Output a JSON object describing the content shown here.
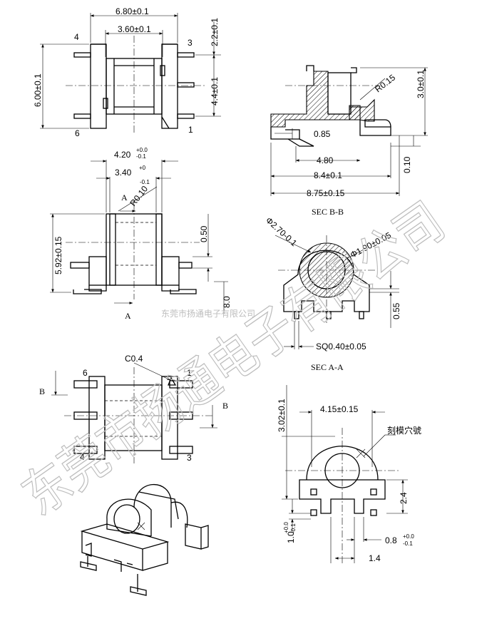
{
  "dims": {
    "top_width": "6.80±0.1",
    "top_inner": "3.60±0.1",
    "top_height": "6.00±0.1",
    "top_right_1": "2.2±0.1",
    "top_right_2": "4.4±0.1",
    "sec_r": "R0.15",
    "sec_h": "3.0±0.1",
    "sec_085": "0.85",
    "sec_480": "4.80",
    "sec_84": "8.4±0.1",
    "sec_875": "8.75±0.15",
    "sec_010": "0.10",
    "mid_420": "4.20",
    "mid_420_tol_up": "+0.0",
    "mid_420_tol_dn": "-0.1",
    "mid_340": "3.40",
    "mid_340_tol_up": "+0",
    "mid_340_tol_dn": "-0.1",
    "mid_r": "R0.10",
    "mid_592": "5.92±0.15",
    "mid_050": "0.50",
    "mid_80": "8.0",
    "secA_d1": "Φ2.70-0.1",
    "secA_d2": "Φ1.90±0.05",
    "secA_055": "0.55",
    "secA_sq": "SQ0.40±0.05",
    "bot_c04": "C0.4",
    "br_302": "3.02±0.1",
    "br_415": "4.15±0.15",
    "br_mark": "刻模穴號",
    "br_24": "2.4",
    "br_10": "1.0",
    "br_10_up": "+0.0",
    "br_10_dn": "-0.1",
    "br_08": "0.8",
    "br_08_up": "+0.0",
    "br_08_dn": "-0.1",
    "br_14": "1.4"
  },
  "labels": {
    "pin4": "4",
    "pin3": "3",
    "pin6": "6",
    "pin1": "1",
    "a_top": "A",
    "a_bot": "A",
    "sec_bb": "SEC B-B",
    "sec_aa": "SEC A-A",
    "b_left": "B",
    "b_right": "B",
    "bpin6": "6",
    "bpin1": "1",
    "bpin4": "4",
    "bpin3": "3"
  },
  "watermark": {
    "big": "东莞市扬通电子有限公司",
    "small": "东莞市扬通电子有限公司"
  }
}
